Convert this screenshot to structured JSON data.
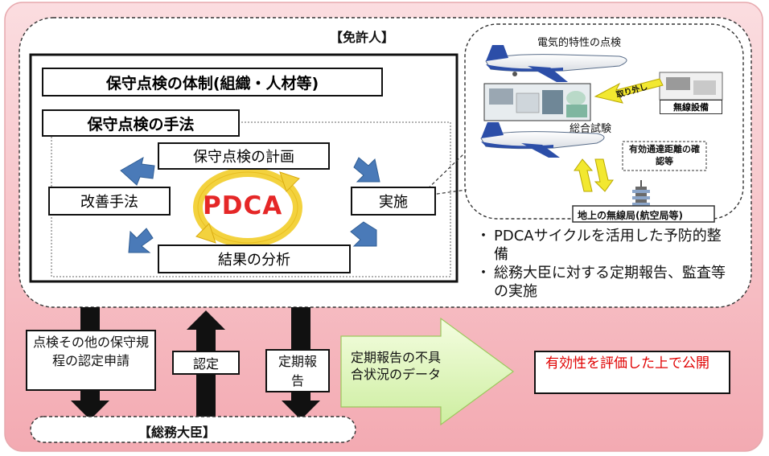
{
  "licensee_label": "【免許人】",
  "system_title": "保守点検の体制(組織・人材等)",
  "method_title": "保守点検の手法",
  "pdca": {
    "center": "PDCA",
    "plan": "保守点検の計画",
    "do": "実施",
    "check": "結果の分析",
    "act": "改善手法"
  },
  "illustration": {
    "electrical_check": "電気的特性の点検",
    "remove": "取り外し",
    "radio_equipment": "無線設備",
    "integrated_test": "総合試験",
    "range_check": "有効通達距離の確認等",
    "ground_station": "地上の無線局(航空局等)"
  },
  "bullets": [
    "PDCAサイクルを活用した予防的整備",
    "総務大臣に対する定期報告、監査等の実施"
  ],
  "flows": {
    "application": "点検その他の保守規程の認定申請",
    "certification": "認定",
    "periodic_report": "定期報告"
  },
  "minister_label": "【総務大臣】",
  "data_arrow_label": "定期報告の不具合状況のデータ",
  "publish_label": "有効性を評価した上で公開",
  "colors": {
    "background_pink": "#f7c0c5",
    "pdca_blue": "#4a7ab8",
    "pdca_red": "#e52727",
    "cycle_yellow": "#f3d23e",
    "green_arrow": "#e3f7b6",
    "publish_red": "#e00000"
  }
}
